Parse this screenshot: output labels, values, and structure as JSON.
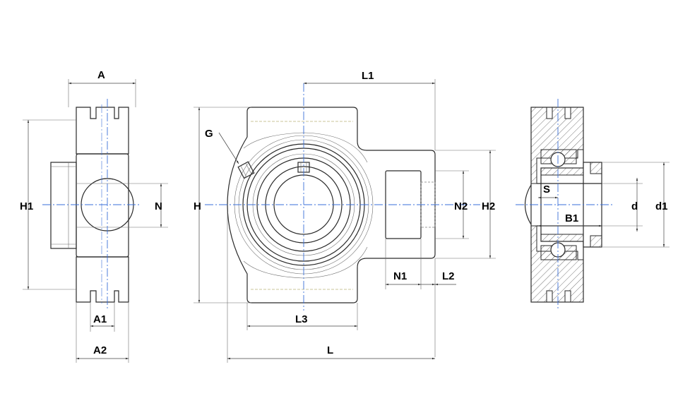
{
  "labels": {
    "A": "A",
    "A1": "A1",
    "A2": "A2",
    "H1": "H1",
    "N": "N",
    "H": "H",
    "G": "G",
    "L1": "L1",
    "N2": "N2",
    "H2": "H2",
    "N1": "N1",
    "L2": "L2",
    "L3": "L3",
    "L": "L",
    "S": "S",
    "B1": "B1",
    "d": "d",
    "d1": "d1"
  },
  "colors": {
    "outline": "#2a2a2a",
    "centerline": "#3a6fd8",
    "grease_channel": "#b9b27a",
    "hatching": "#555555"
  }
}
